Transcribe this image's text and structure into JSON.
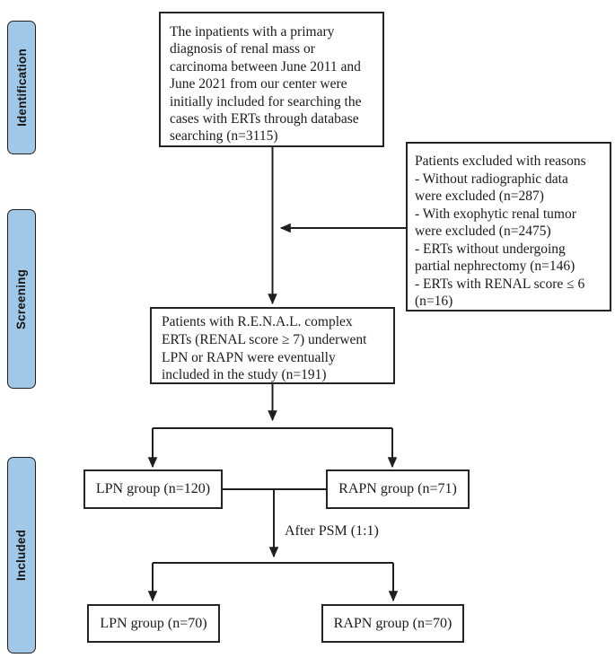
{
  "stages": {
    "identification": "Identification",
    "screening": "Screening",
    "included": "Included"
  },
  "flow": {
    "initial": {
      "lines": [
        "The inpatients with a primary",
        "diagnosis of renal mass or",
        "carcinoma between June 2011 and",
        "June 2021 from our center were",
        "initially included for searching the",
        "cases with ERTs through database",
        "searching (n=3115)"
      ]
    },
    "excluded": {
      "lines": [
        "Patients excluded with reasons",
        "- Without radiographic data",
        "were excluded (n=287)",
        "- With exophytic renal tumor",
        "were excluded (n=2475)",
        "- ERTs without undergoing",
        "partial nephrectomy (n=146)",
        "- ERTs with RENAL score ≤ 6",
        "(n=16)"
      ]
    },
    "eligible": {
      "lines": [
        "Patients with R.E.N.A.L. complex",
        "ERTs (RENAL score ≥ 7) underwent",
        "LPN or RAPN were eventually",
        "included in the study (n=191)"
      ]
    },
    "groups": {
      "lpn": "LPN group (n=120)",
      "rapn": "RAPN group (n=71)",
      "lpn_matched": "LPN group (n=70)",
      "rapn_matched": "RAPN group (n=70)"
    },
    "psm_label": "After PSM (1:1)"
  },
  "colors": {
    "stage_fill": "#a2c8e8",
    "stage_border": "#1f1f1f",
    "box_border": "#242424",
    "connector": "#1f1f1f",
    "text": "#1b1b1b"
  }
}
